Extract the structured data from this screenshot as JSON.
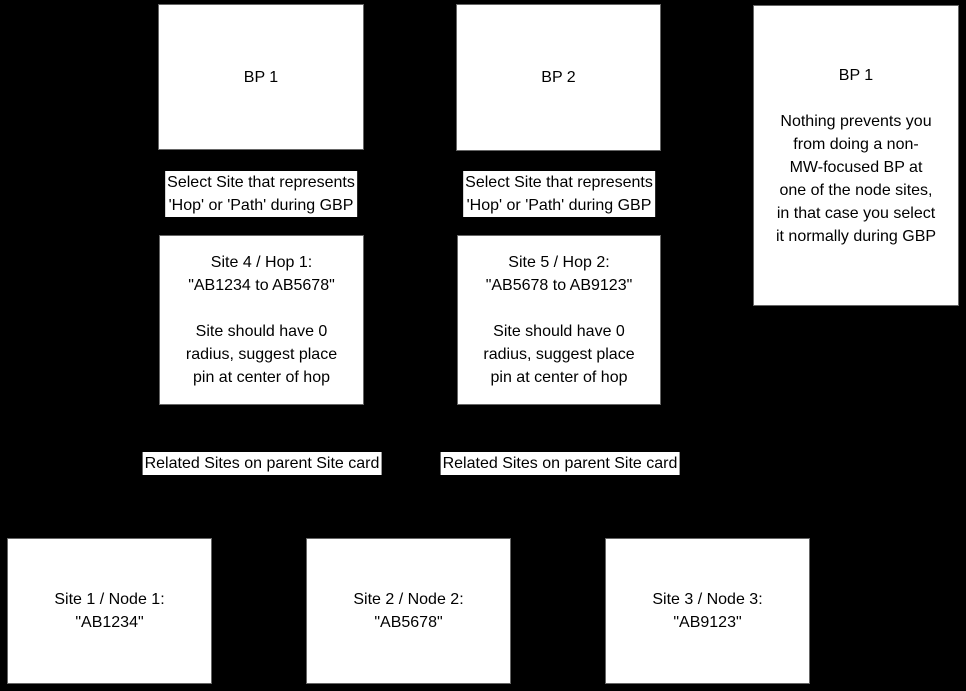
{
  "colors": {
    "background": "#000000",
    "box_fill": "#ffffff",
    "box_border": "#666666",
    "text": "#000000"
  },
  "bp_boxes": [
    {
      "label": "BP 1"
    },
    {
      "label": "BP 2"
    }
  ],
  "note_box": {
    "text": "BP 1\n\nNothing prevents you\nfrom doing a non-\nMW-focused BP at\none of the node sites,\nin that case you select\nit normally during GBP"
  },
  "select_labels": [
    "Select Site that represents\n'Hop' or 'Path' during GBP",
    "Select Site that represents\n'Hop' or 'Path' during GBP"
  ],
  "hop_boxes": [
    "Site 4 / Hop 1:\n\"AB1234 to AB5678\"\n\nSite should have 0\nradius, suggest place\npin at center of hop",
    "Site 5 / Hop 2:\n\"AB5678 to AB9123\"\n\nSite should have 0\nradius, suggest place\npin at center of hop"
  ],
  "related_labels": [
    "Related Sites on parent Site card",
    "Related Sites on parent Site card"
  ],
  "node_boxes": [
    "Site 1 / Node 1:\n\"AB1234\"",
    "Site 2 / Node 2:\n\"AB5678\"",
    "Site 3 / Node 3:\n\"AB9123\""
  ]
}
